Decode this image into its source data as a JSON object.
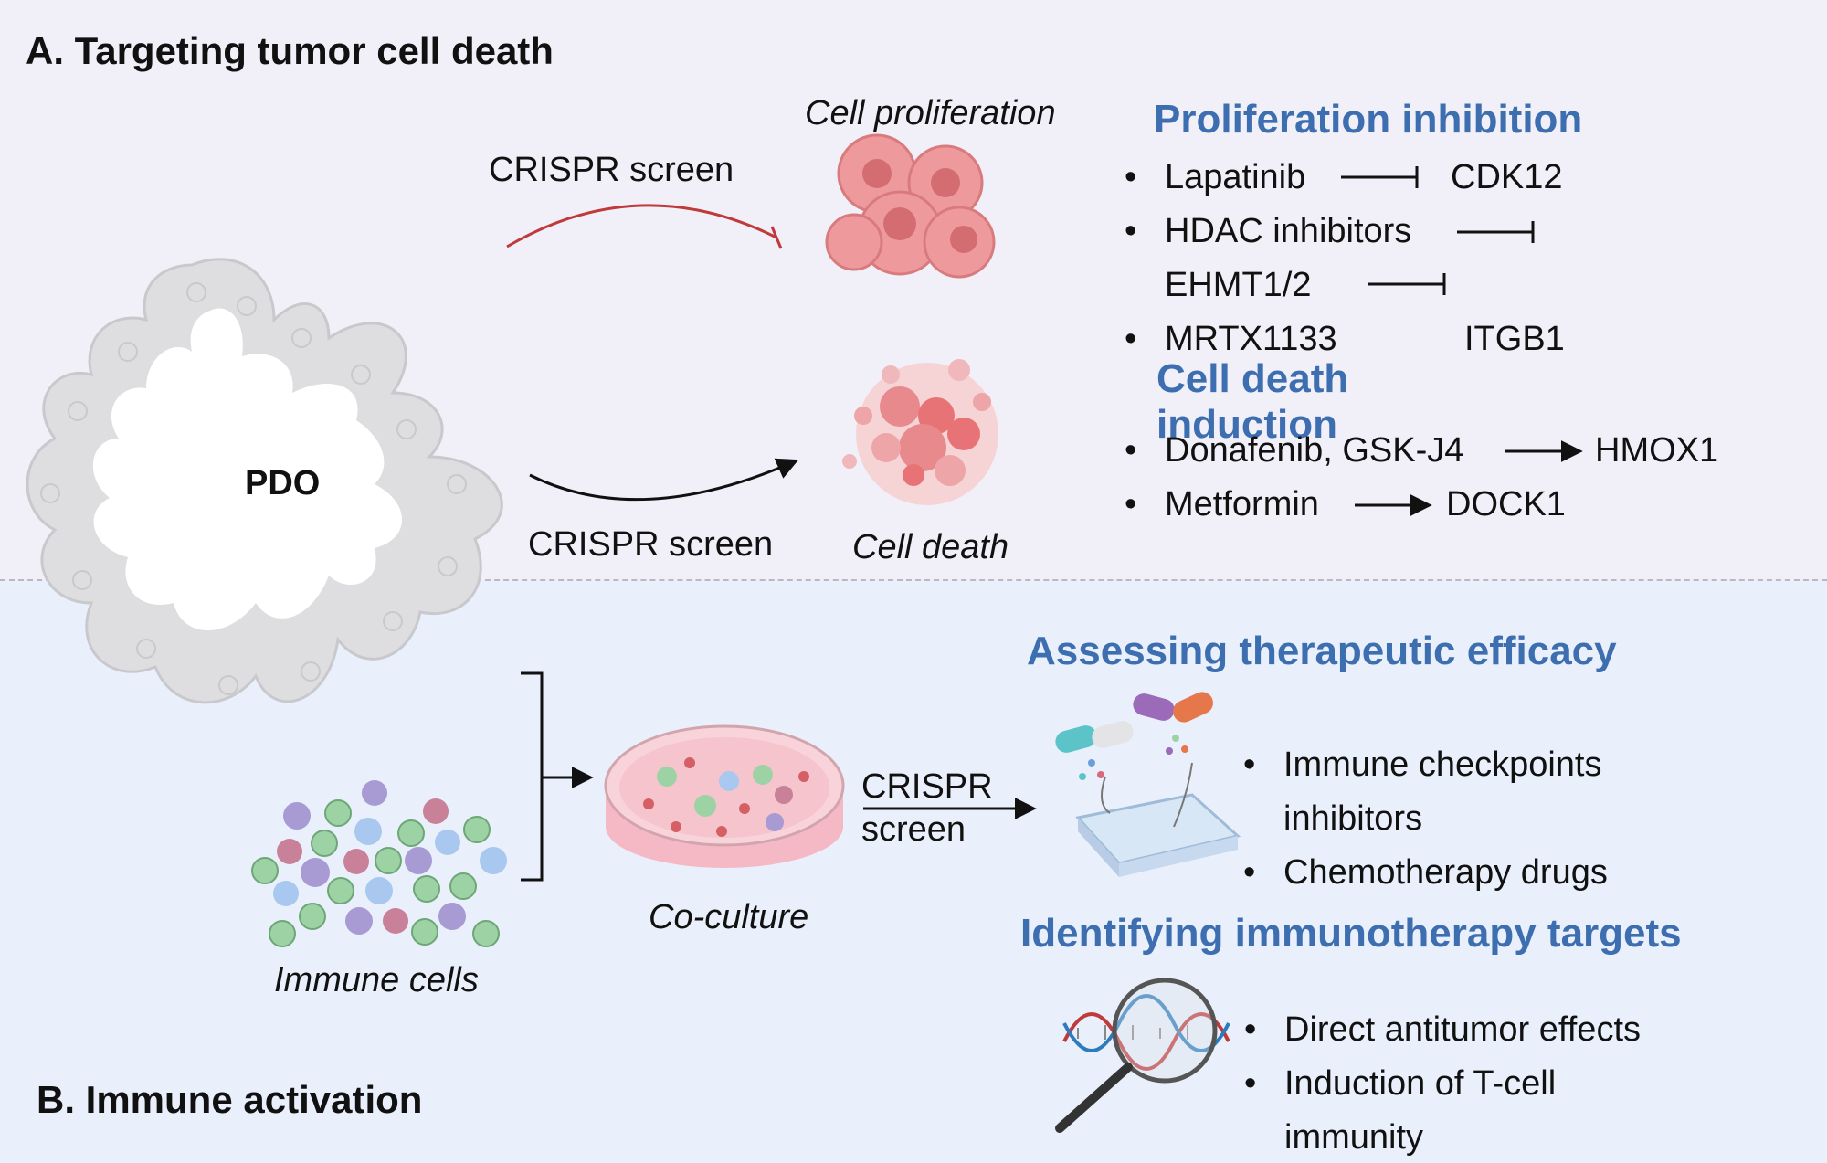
{
  "panel_a": {
    "title": "A. Targeting tumor cell death",
    "pdo_label": "PDO",
    "crispr_top": "CRISPR screen",
    "crispr_bottom": "CRISPR screen",
    "cell_proliferation": "Cell proliferation",
    "cell_death": "Cell death",
    "prolif_heading": "Proliferation inhibition",
    "prolif_items": [
      {
        "drug": "Lapatinib",
        "target": "CDK12"
      },
      {
        "drug": "HDAC inhibitors",
        "target": ""
      },
      {
        "drug": "EHMT1/2",
        "target": ""
      },
      {
        "drug": "MRTX1133",
        "target": "ITGB1"
      }
    ],
    "death_heading_1": "Cell death",
    "death_heading_2": "induction",
    "death_items": [
      {
        "drug": "Donafenib, GSK-J4",
        "target": "HMOX1"
      },
      {
        "drug": "Metformin",
        "target": "DOCK1"
      }
    ]
  },
  "panel_b": {
    "title": "B. Immune activation",
    "immune_cells": "Immune cells",
    "co_culture": "Co-culture",
    "crispr_1": "CRISPR",
    "crispr_2": "screen",
    "efficacy_heading": "Assessing therapeutic  efficacy",
    "efficacy_items": [
      "Immune checkpoints",
      "inhibitors",
      "Chemotherapy drugs"
    ],
    "targets_heading": "Identifying immunotherapy targets",
    "target_items": [
      "Direct antitumor effects",
      "Induction of T-cell",
      "immunity"
    ]
  },
  "colors": {
    "heading_blue": "#3d6eb0",
    "inhibit_red": "#c0393b",
    "organoid_gray": "#dcdcde",
    "tumor_pink": "#e88a8d",
    "dish_pink": "#f4b9c4"
  }
}
